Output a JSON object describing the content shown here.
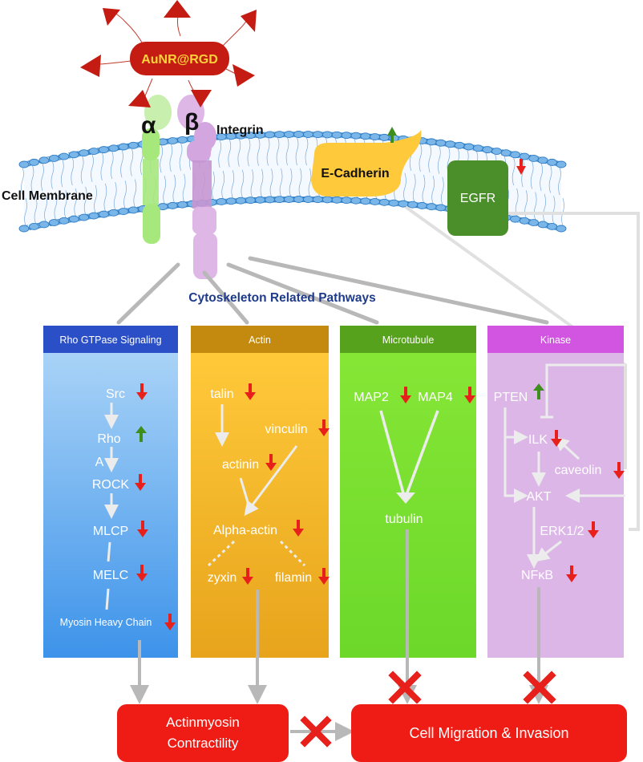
{
  "nanoparticle": {
    "label": "AuNR@RGD"
  },
  "integrin": {
    "alpha": "α",
    "beta": "β",
    "label": "Integrin"
  },
  "membrane": {
    "label": "Cell Membrane"
  },
  "ecadherin": {
    "label": "E-Cadherin",
    "change": "up"
  },
  "egfr": {
    "label": "EGFR",
    "change": "down"
  },
  "cytoskeleton_title": "Cytoskeleton Related Pathways",
  "panels": {
    "rho": {
      "header": "Rho GTPase Signaling",
      "items": {
        "src": {
          "label": "Src",
          "change": "down"
        },
        "rho": {
          "label": "Rho",
          "change": "up"
        },
        "a": {
          "label": "A"
        },
        "rock": {
          "label": "ROCK",
          "change": "down"
        },
        "mlcp": {
          "label": "MLCP",
          "change": "down"
        },
        "melc": {
          "label": "MELC",
          "change": "down"
        },
        "myosin": {
          "label": "Myosin Heavy Chain",
          "change": "down"
        }
      }
    },
    "actin": {
      "header": "Actin",
      "items": {
        "talin": {
          "label": "talin",
          "change": "down"
        },
        "vinculin": {
          "label": "vinculin",
          "change": "down"
        },
        "actinin": {
          "label": "actinin",
          "change": "down"
        },
        "alpha_actin": {
          "label": "Alpha-actin",
          "change": "down"
        },
        "zyxin": {
          "label": "zyxin",
          "change": "down"
        },
        "filamin": {
          "label": "filamin",
          "change": "down"
        }
      }
    },
    "microtubule": {
      "header": "Microtubule",
      "items": {
        "map2": {
          "label": "MAP2",
          "change": "down"
        },
        "map4": {
          "label": "MAP4",
          "change": "down"
        },
        "tubulin": {
          "label": "tubulin"
        }
      }
    },
    "kinase": {
      "header": "Kinase",
      "items": {
        "pten": {
          "label": "PTEN",
          "change": "up"
        },
        "ilk": {
          "label": "ILK",
          "change": "down"
        },
        "caveolin": {
          "label": "caveolin",
          "change": "down"
        },
        "akt": {
          "label": "AKT"
        },
        "erk": {
          "label": "ERK1/2",
          "change": "down"
        },
        "nfkb": {
          "label": "NFκB",
          "change": "down"
        }
      }
    }
  },
  "outcomes": {
    "actomyosin": {
      "line1": "Actinmyosin",
      "line2": "Contractility"
    },
    "migration": {
      "label": "Cell Migration & Invasion"
    }
  },
  "colors": {
    "down_arrow": "#e8201c",
    "up_arrow": "#3e8e1e",
    "rho_header": "#2a4fc6",
    "actin_header": "#c48a10",
    "microtubule_header": "#56a21c",
    "kinase_header": "#d155e0",
    "outcome_box": "#ee1c14",
    "connector": "#b8b8b8",
    "ecadherin": "#ffc93c",
    "egfr": "#4a8f2a"
  }
}
